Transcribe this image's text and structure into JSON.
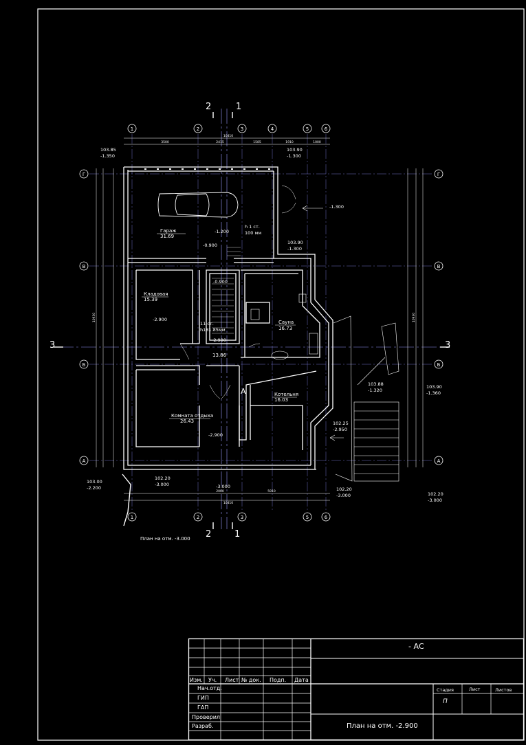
{
  "drawing": {
    "caption": "План на отм. -3.000",
    "axes_letters": [
      "Г",
      "В",
      "Б",
      "А"
    ],
    "axes_numbers": [
      "1",
      "2",
      "3",
      "4",
      "5",
      "6"
    ],
    "section_marks": {
      "s1": "1",
      "s2": "2",
      "s3": "3"
    },
    "overall_dims": {
      "top": "10410",
      "bottom": "10410",
      "left": "10930",
      "right": "10930"
    },
    "top_dims": [
      "3500",
      "2415",
      "1585",
      "1910",
      "1000"
    ],
    "bottom_dims": [
      "2000",
      "5910"
    ],
    "rooms": [
      {
        "name": "Гараж",
        "area": "31.69"
      },
      {
        "name": "Кладовая",
        "area": "15.39"
      },
      {
        "name": "Сауна",
        "area": "16.73"
      },
      {
        "name": "Котельня",
        "area": "16.03"
      },
      {
        "name": "Комната отдыха",
        "area": "26.43"
      },
      {
        "name": "",
        "area": "13.86"
      }
    ],
    "levels": {
      "l1": "-1.200",
      "l2": "-0.900",
      "l3": "-0.900",
      "l4": "-2.900",
      "l5": "-2.900",
      "l6": "-2.900",
      "l7": "-1.300",
      "l8": "-3.000",
      "l9": "-3.000",
      "l10": "-2.950",
      "l11": "-1.300",
      "l12": "-1.320",
      "l13": "-1.360",
      "l14": "-3.000",
      "l15": "-2.200",
      "l16": "-1.350",
      "l17": "-1.300",
      "l18": "-3.000"
    },
    "elevations": {
      "e1": "103.85",
      "e2": "103.90",
      "e3": "103.90",
      "e4": "103.88",
      "e5": "103.90",
      "e6": "102.25",
      "e7": "102.20",
      "e8": "102.20",
      "e9": "102.20",
      "e10": "103.00"
    },
    "notes": {
      "stair1": "h 1 ст.",
      "stair1b": "100 мм",
      "stair2": "11 ст.",
      "stair2b": "h181.85мм",
      "letterA": "А"
    }
  },
  "title_block": {
    "code": "- АС",
    "headers": {
      "izm": "Изм.",
      "uch": "Уч.",
      "list": "Лист",
      "ndok": "№ док.",
      "podp": "Подп.",
      "data": "Дата"
    },
    "roles": [
      "Нач.отд.",
      "ГИП",
      "ГАП",
      "Проверил",
      "Разраб."
    ],
    "stage_headers": {
      "stadia": "Стадия",
      "list": "Лист",
      "listov": "Листов"
    },
    "stage_value": "П",
    "sheet_title": "План на отм. -2.900"
  },
  "colors": {
    "background": "#000000",
    "lines": "#ffffff",
    "axis": "#8888ff"
  }
}
